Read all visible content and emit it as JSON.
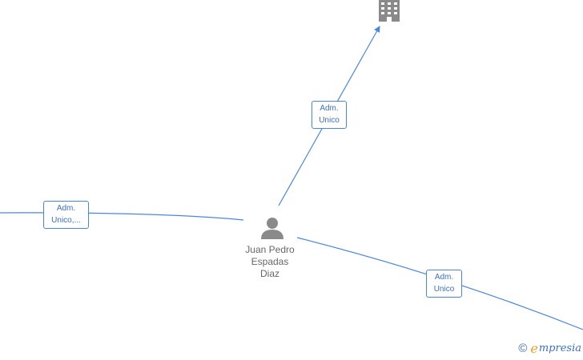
{
  "colors": {
    "edge": "#4a86e0",
    "node_icon": "#8a8a8a",
    "label_text": "#3b6fc6"
  },
  "center_person": {
    "icon": "person-icon",
    "name_lines": [
      "Juan Pedro",
      "Espadas",
      "Diaz"
    ]
  },
  "company_node": {
    "icon": "building-icon"
  },
  "edges": [
    {
      "id": "to-company",
      "label_lines": [
        "Adm.",
        "Unico"
      ]
    },
    {
      "id": "to-left",
      "label_lines": [
        "Adm.",
        "Unico,..."
      ]
    },
    {
      "id": "to-right",
      "label_lines": [
        "Adm.",
        "Unico"
      ]
    }
  ],
  "watermark": {
    "copyright_symbol": "©",
    "brand_initial": "e",
    "brand_rest": "mpresia"
  }
}
